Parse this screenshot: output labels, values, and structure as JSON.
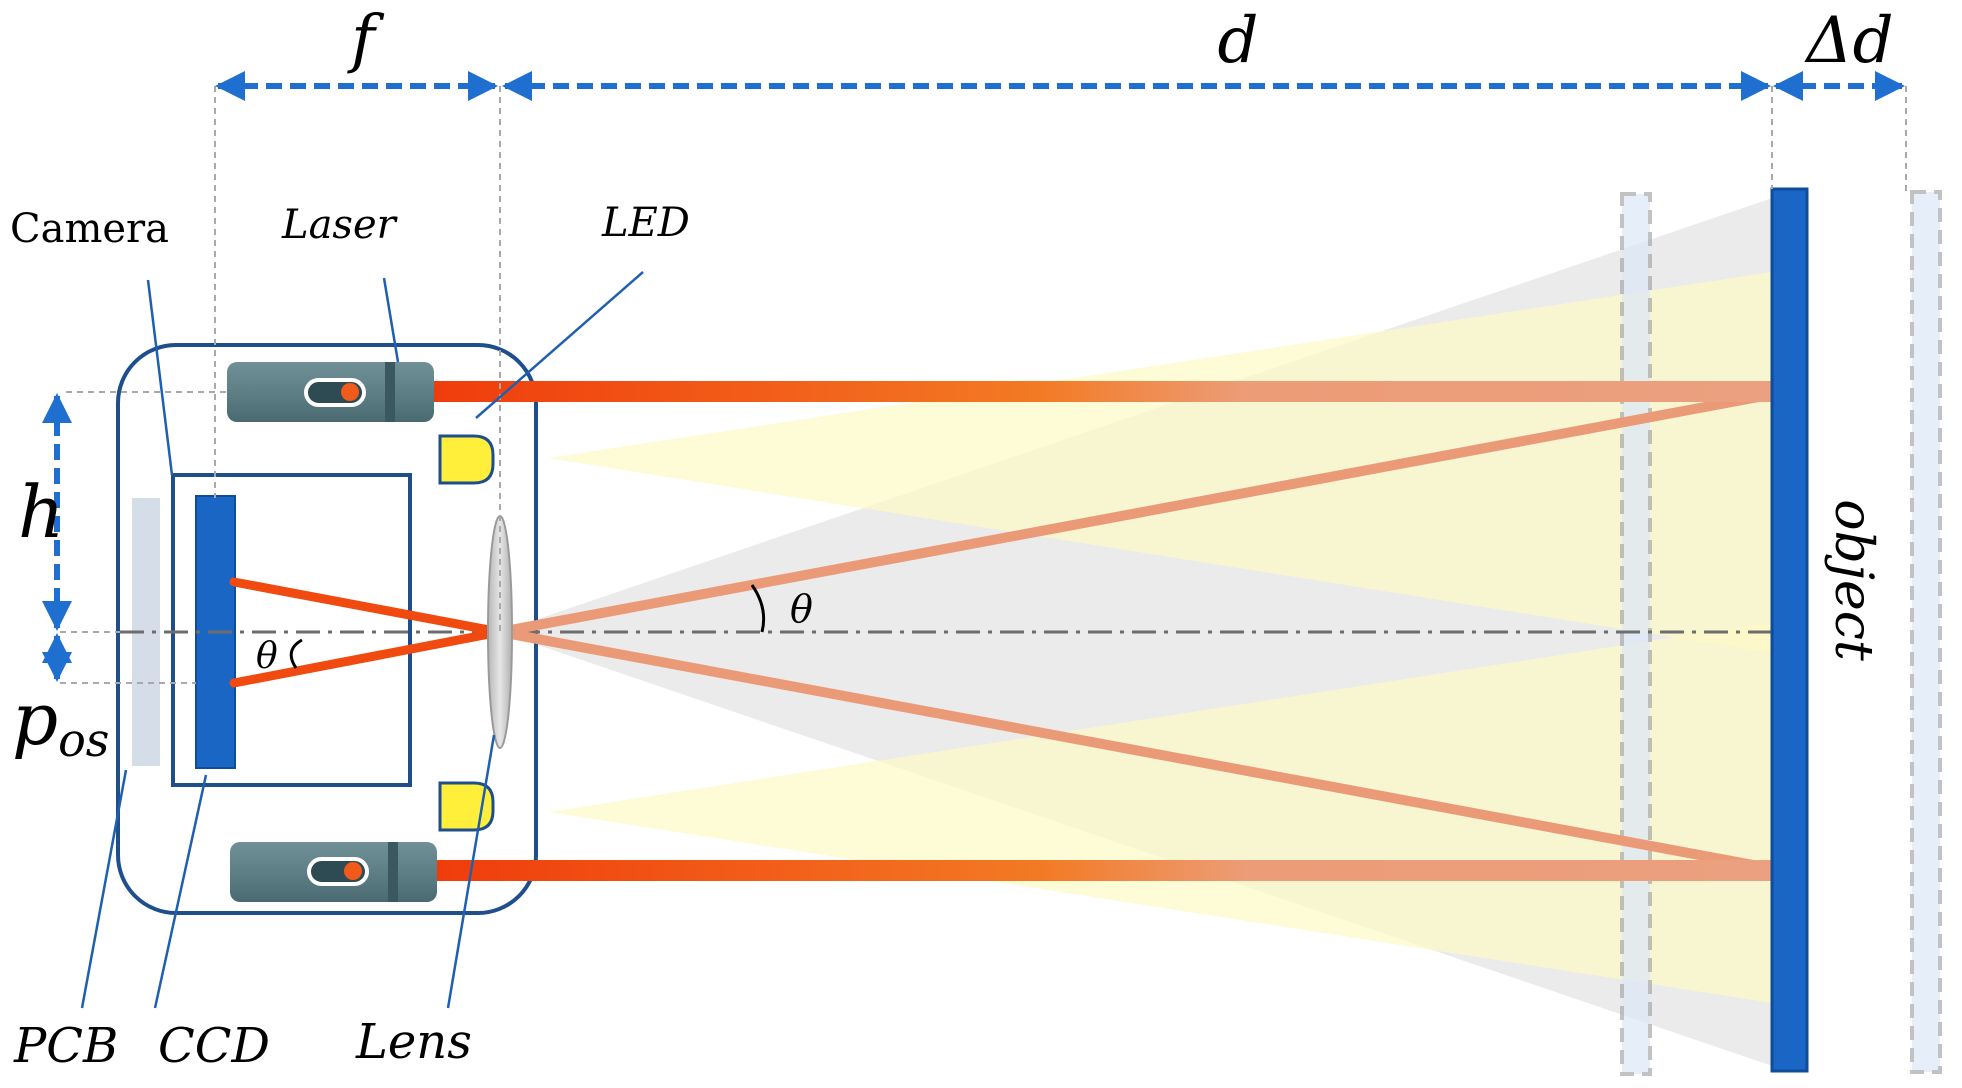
{
  "labels": {
    "f": "f",
    "d": "d",
    "delta_d": "Δd",
    "camera": "Camera",
    "laser": "Laser",
    "led": "LED",
    "h": "h",
    "p_os_main": "p",
    "p_os_sub": "os",
    "theta_left": "θ",
    "theta_right": "θ",
    "object": "object",
    "pcb": "PCB",
    "ccd": "CCD",
    "lens": "Lens"
  },
  "colors": {
    "dimension_arrow": "#1f6fd1",
    "housing": "#1f4e8c",
    "ccd": "#1a66c4",
    "laser_beam": "#f04a10",
    "reflected_beam": "#eb9a78",
    "led_yellow": "#ffef3a",
    "led_glow": "#fffbd0",
    "field_gray": "#e3e3e3",
    "object_blue": "#1a66c4",
    "ghost_object": "#dce8f8",
    "pcb": "#d5dde8",
    "laser_body": "#5f7f86"
  },
  "icons": {
    "laser_top": "laser-module-icon",
    "laser_bottom": "laser-module-icon",
    "led_top": "led-icon",
    "led_bottom": "led-icon",
    "lens": "lens-icon"
  }
}
